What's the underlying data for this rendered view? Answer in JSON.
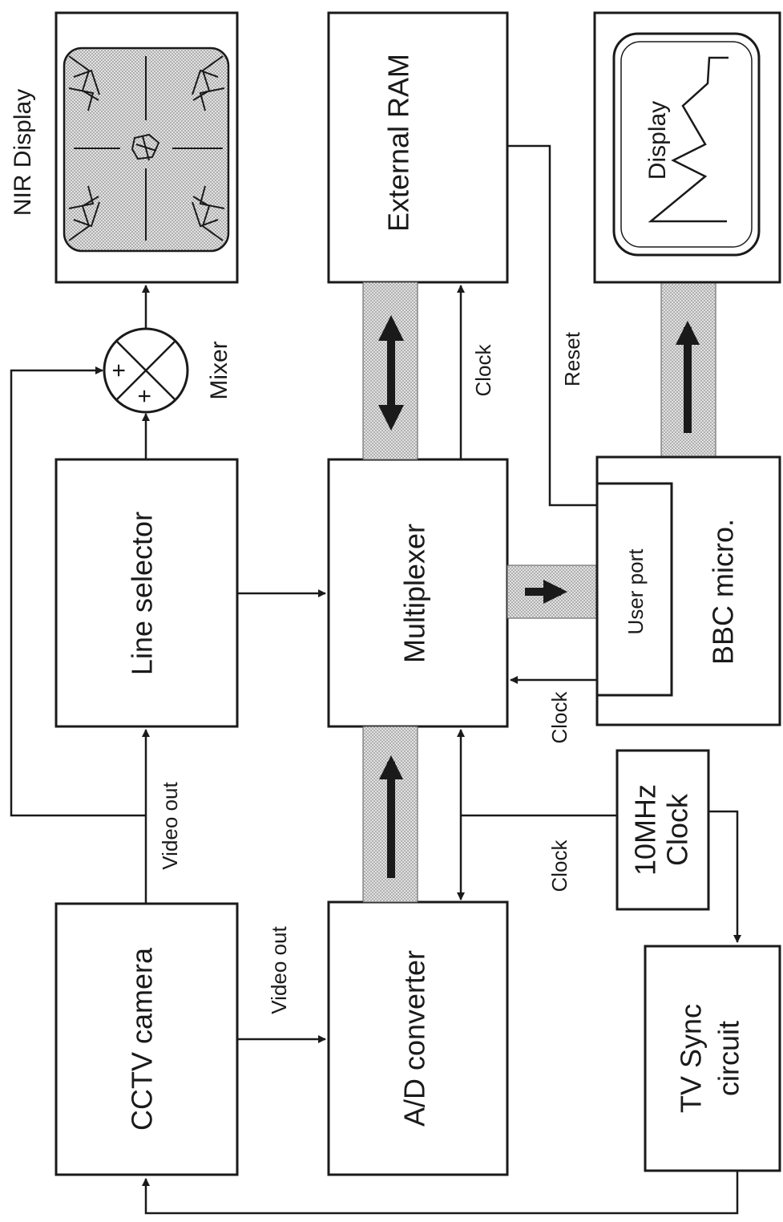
{
  "blocks": {
    "cctv_camera": "CCTV camera",
    "line_selector": "Line selector",
    "ad_converter": "A/D converter",
    "multiplexer": "Multiplexer",
    "external_ram": "External RAM",
    "bbc_micro": "BBC  micro.",
    "user_port": "User port",
    "tv_sync": "TV  Sync",
    "tv_sync_2": "circuit",
    "clock_10mhz": "10MHz",
    "clock_10mhz_2": "Clock",
    "nir_display": "NIR Display",
    "display": "Display",
    "mixer": "Mixer"
  },
  "signals": {
    "video_out_1": "Video out",
    "video_out_2": "Video out",
    "clock_1": "Clock",
    "clock_2": "Clock",
    "clock_3": "Clock",
    "reset": "Reset"
  },
  "mixer_signs": {
    "plus_a": "+",
    "plus_b": "+"
  }
}
